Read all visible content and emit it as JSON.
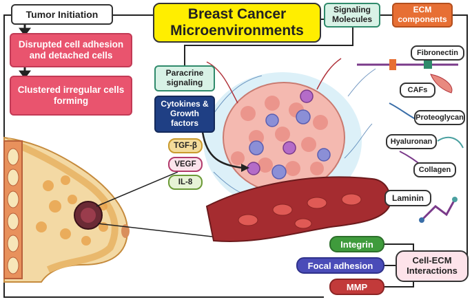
{
  "title": {
    "line1": "Breast Cancer",
    "line2": "Microenvironments"
  },
  "left_flow": {
    "tumor_initiation": "Tumor Initiation",
    "step1": "Disrupted cell adhesion and detached cells",
    "step2": "Clustered irregular cells forming"
  },
  "signaling": {
    "molecules": "Signaling Molecules",
    "paracrine": "Paracrine signaling",
    "cytokines": "Cytokines & Growth factors",
    "factors": [
      "TGF-β",
      "VEGF",
      "IL-8"
    ]
  },
  "ecm": {
    "header": "ECM components",
    "items": [
      "Fibronectin",
      "CAFs",
      "Proteoglycan",
      "Hyaluronan",
      "Collagen",
      "Laminin"
    ]
  },
  "interactions": {
    "hub": "Cell-ECM Interactions",
    "items": [
      "Integrin",
      "Focal adhesion",
      "MMP"
    ]
  },
  "colors": {
    "title_bg": "#ffee00",
    "red_box": "#e9546e",
    "navy_box": "#1f3f84",
    "teal_box": "#d8f2e6",
    "orange_box": "#e76f34",
    "integrin": "#3f9b3c",
    "focal_adhesion": "#4a4cb8",
    "mmp": "#c23a3a",
    "hub_bg": "#fde3ea"
  }
}
